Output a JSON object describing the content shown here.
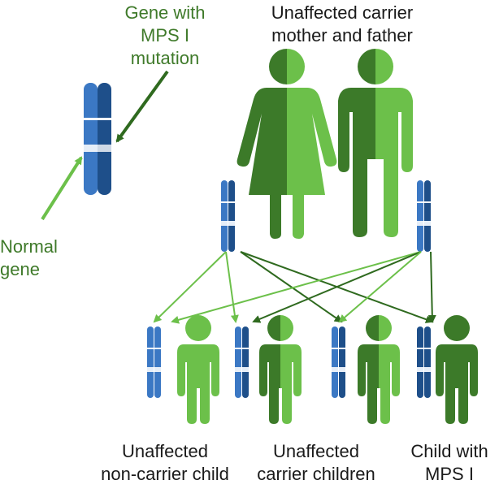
{
  "labels": {
    "mutation_gene": [
      "Gene with",
      "MPS I",
      "mutation"
    ],
    "normal_gene": [
      "Normal",
      "gene"
    ],
    "parents": [
      "Unaffected carrier",
      "mother and father"
    ],
    "noncarrier": [
      "Unaffected",
      "non-carrier child"
    ],
    "carriers": [
      "Unaffected",
      "carrier children"
    ],
    "affected": [
      "Child with",
      "MPS I"
    ]
  },
  "colors": {
    "chromosome_normal": "#3b78c4",
    "chromosome_mutant": "#1e4f8a",
    "band": "#e6eef8",
    "green_light": "#6cc04a",
    "green_dark": "#3c7a29",
    "arrow_light": "#6cc04a",
    "arrow_dark": "#2f6a1f",
    "text_dark": "#1a1a1a",
    "text_green": "#3f7a2a"
  }
}
